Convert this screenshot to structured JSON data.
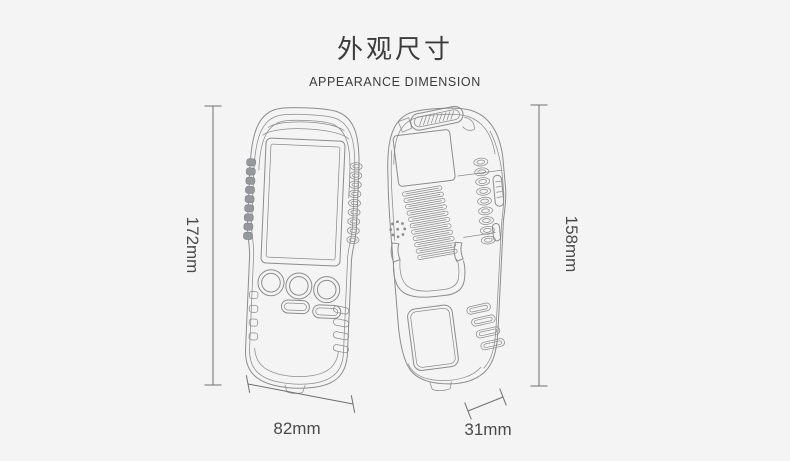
{
  "header": {
    "title": "外观尺寸",
    "subtitle": "APPEARANCE DIMENSION"
  },
  "figure": {
    "type": "appearance-dimension-diagram",
    "views": [
      {
        "id": "front",
        "height_label": "172mm",
        "width_label": "82mm"
      },
      {
        "id": "back",
        "height_label": "158mm",
        "depth_label": "31mm"
      }
    ]
  },
  "colors": {
    "background": "#f4f4f5",
    "drawing-line": "#8c8c8c",
    "dimension-line": "#6f6f6f",
    "heading-text": "#3c3c3c",
    "label-text": "#4a4a4a"
  }
}
